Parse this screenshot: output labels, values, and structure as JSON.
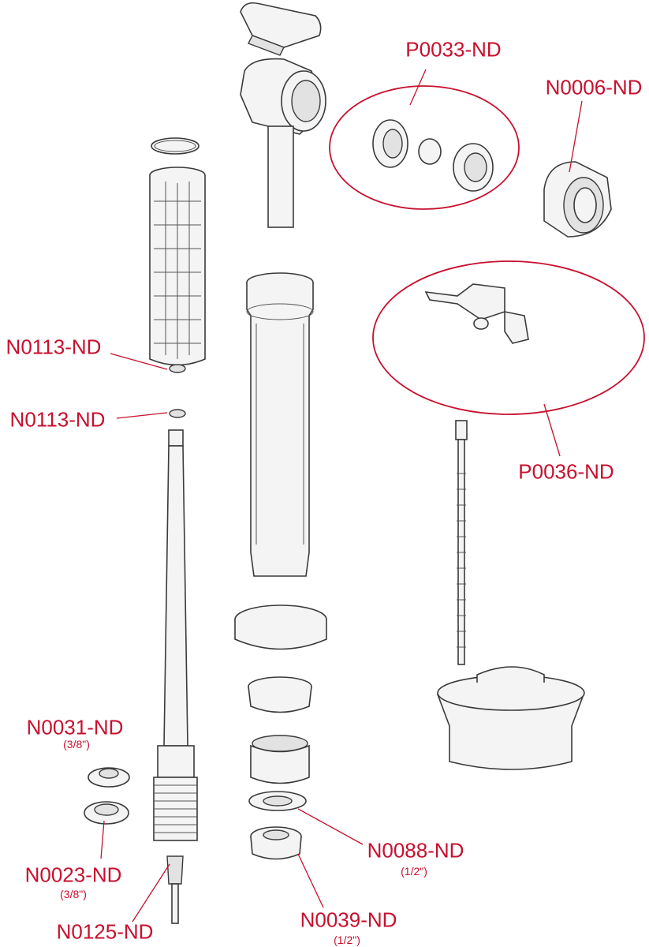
{
  "title": "Fill valve exploded parts diagram",
  "accent_color": "#c8102e",
  "labels": [
    {
      "id": "P0033-ND",
      "size": ""
    },
    {
      "id": "N0006-ND",
      "size": ""
    },
    {
      "id": "N0113-ND",
      "size": ""
    },
    {
      "id": "N0113-ND",
      "size": ""
    },
    {
      "id": "P0036-ND",
      "size": ""
    },
    {
      "id": "N0031-ND",
      "size": "(3/8\")"
    },
    {
      "id": "N0023-ND",
      "size": "(3/8\")"
    },
    {
      "id": "N0125-ND",
      "size": ""
    },
    {
      "id": "N0088-ND",
      "size": "(1/2\")"
    },
    {
      "id": "N0039-ND",
      "size": "(1/2\")"
    }
  ]
}
